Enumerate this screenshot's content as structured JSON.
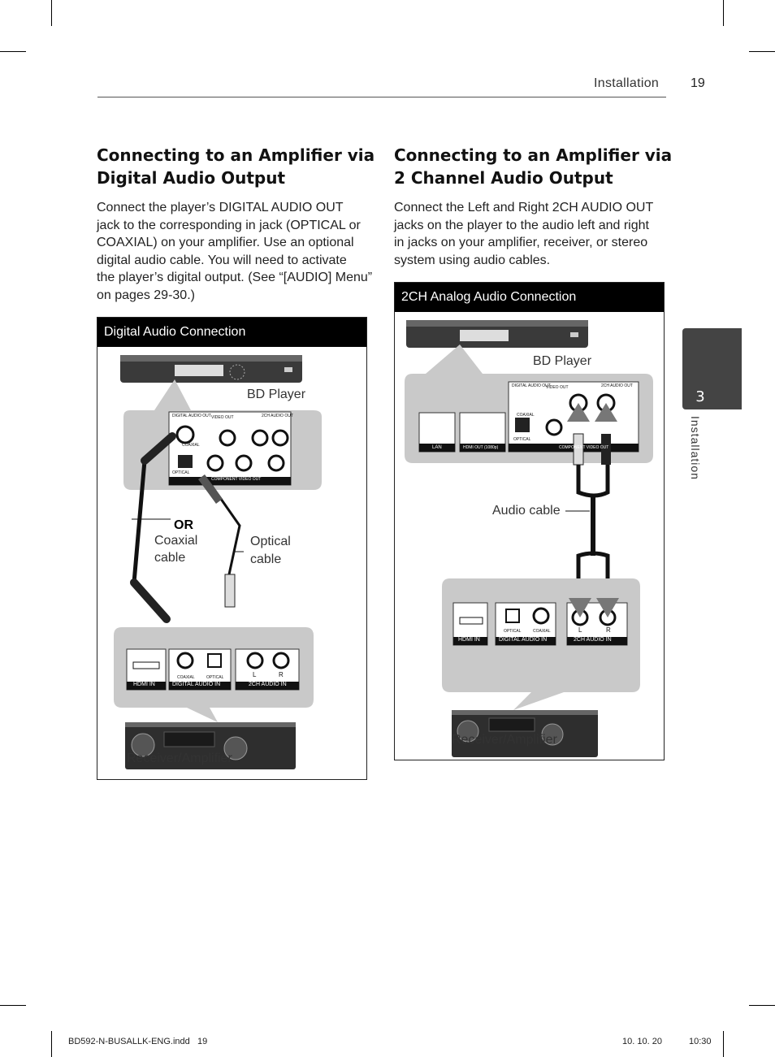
{
  "header": {
    "section": "Installation",
    "page_number": "19"
  },
  "left": {
    "heading_line1": "Connecting to an Amplifier via",
    "heading_line2": "Digital Audio Output",
    "body_lines": [
      "Connect the player’s DIGITAL AUDIO OUT",
      "jack to the corresponding in jack (OPTICAL or",
      "COAXIAL) on your amplifier. Use an optional",
      "digital audio cable. You will need to activate",
      "the player’s digital output. (See “[AUDIO] Menu”",
      "on pages 29-30.)"
    ],
    "figure": {
      "title": "Digital Audio Connection",
      "bd_player": "BD Player",
      "or": "OR",
      "coaxial_1": "Coaxial",
      "coaxial_2": "cable",
      "optical_1": "Optical",
      "optical_2": "cable",
      "receiver": "Receiver/Amplifier",
      "jack_digital_out": "DIGITAL AUDIO OUT",
      "jack_video_out": "VIDEO OUT",
      "jack_2ch_out": "2CH AUDIO OUT",
      "jack_coaxial": "COAXIAL",
      "jack_optical": "OPTICAL",
      "jack_component": "COMPONENT VIDEO OUT",
      "in_hdmi": "HDMI IN",
      "in_digital": "DIGITAL AUDIO IN",
      "in_2ch": "2CH AUDIO IN",
      "in_l": "L",
      "in_r": "R"
    }
  },
  "right": {
    "heading_line1": "Connecting to an Amplifier via",
    "heading_line2": "2 Channel Audio Output",
    "body_lines": [
      "Connect the Left and Right 2CH AUDIO OUT",
      "jacks on the player to the audio left and right",
      "in jacks on your amplifier, receiver, or stereo",
      "system using audio cables."
    ],
    "figure": {
      "title": "2CH Analog Audio Connection",
      "bd_player": "BD Player",
      "audio_cable": "Audio cable",
      "receiver": "Receiver/Amplifier",
      "jack_lan": "LAN",
      "jack_hdmi_out": "HDMI OUT (1080p)",
      "jack_digital_out": "DIGITAL AUDIO OUT",
      "jack_video_out": "VIDEO OUT",
      "jack_2ch_out": "2CH AUDIO OUT",
      "jack_coaxial": "COAXIAL",
      "jack_optical": "OPTICAL",
      "jack_component": "COMPONENT VIDEO OUT",
      "in_hdmi": "HDMI IN",
      "in_digital": "DIGITAL AUDIO IN",
      "in_2ch": "2CH AUDIO IN",
      "in_l": "L",
      "in_r": "R"
    }
  },
  "side_tab": {
    "number": "3",
    "label": "Installation"
  },
  "footer": {
    "file": "BD592-N-BUSALLK-ENG.indd   19",
    "date": "10. 10. 20",
    "time": "10:30"
  }
}
